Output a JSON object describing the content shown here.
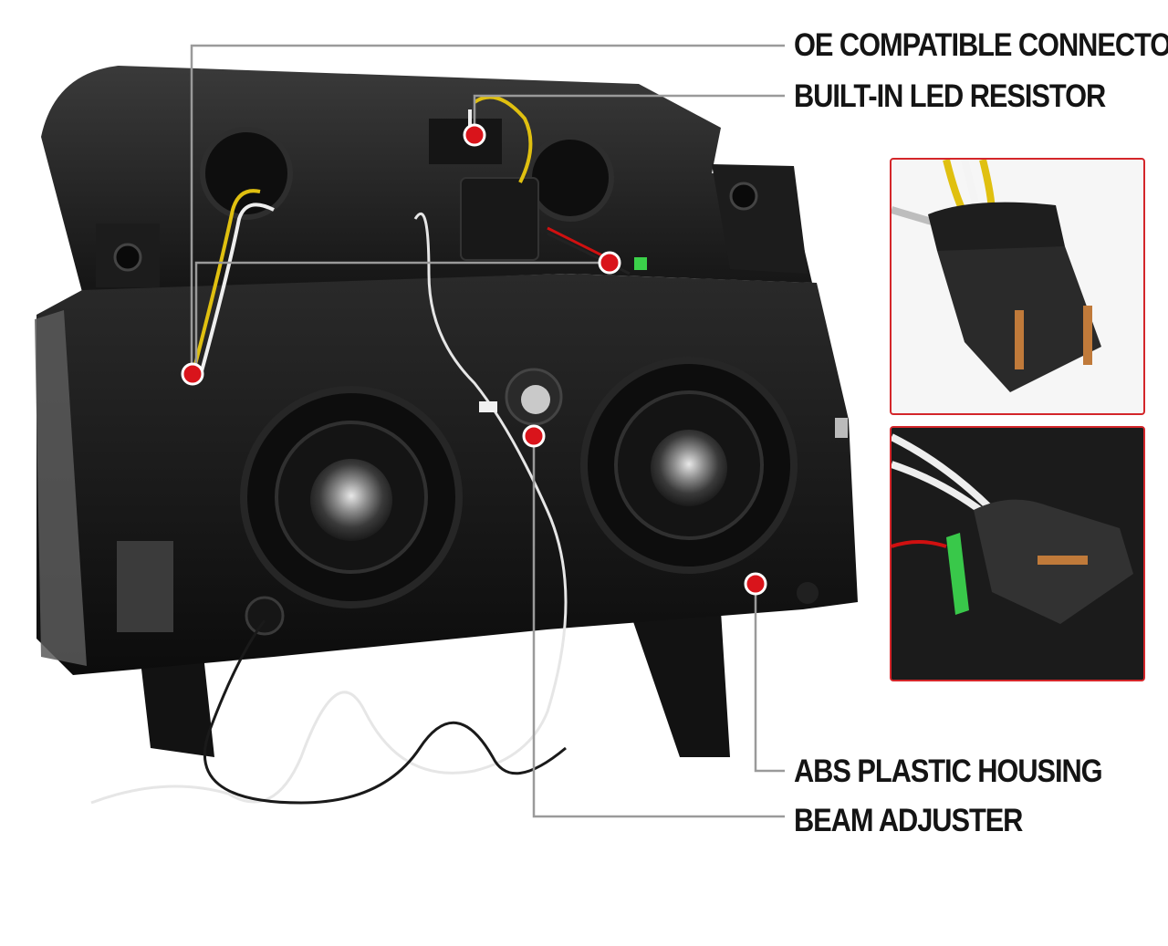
{
  "callouts": {
    "oe_connectors": "OE COMPATIBLE CONNECTORS",
    "led_resistor": "BUILT-IN LED RESISTOR",
    "abs_housing": "ABS PLASTIC HOUSING",
    "beam_adjuster": "BEAM ADJUSTER"
  },
  "colors": {
    "marker_red": "#d9141b",
    "leader_gray": "#9a9a9a",
    "inset_border": "#d4262a",
    "housing_black": "#111111"
  }
}
